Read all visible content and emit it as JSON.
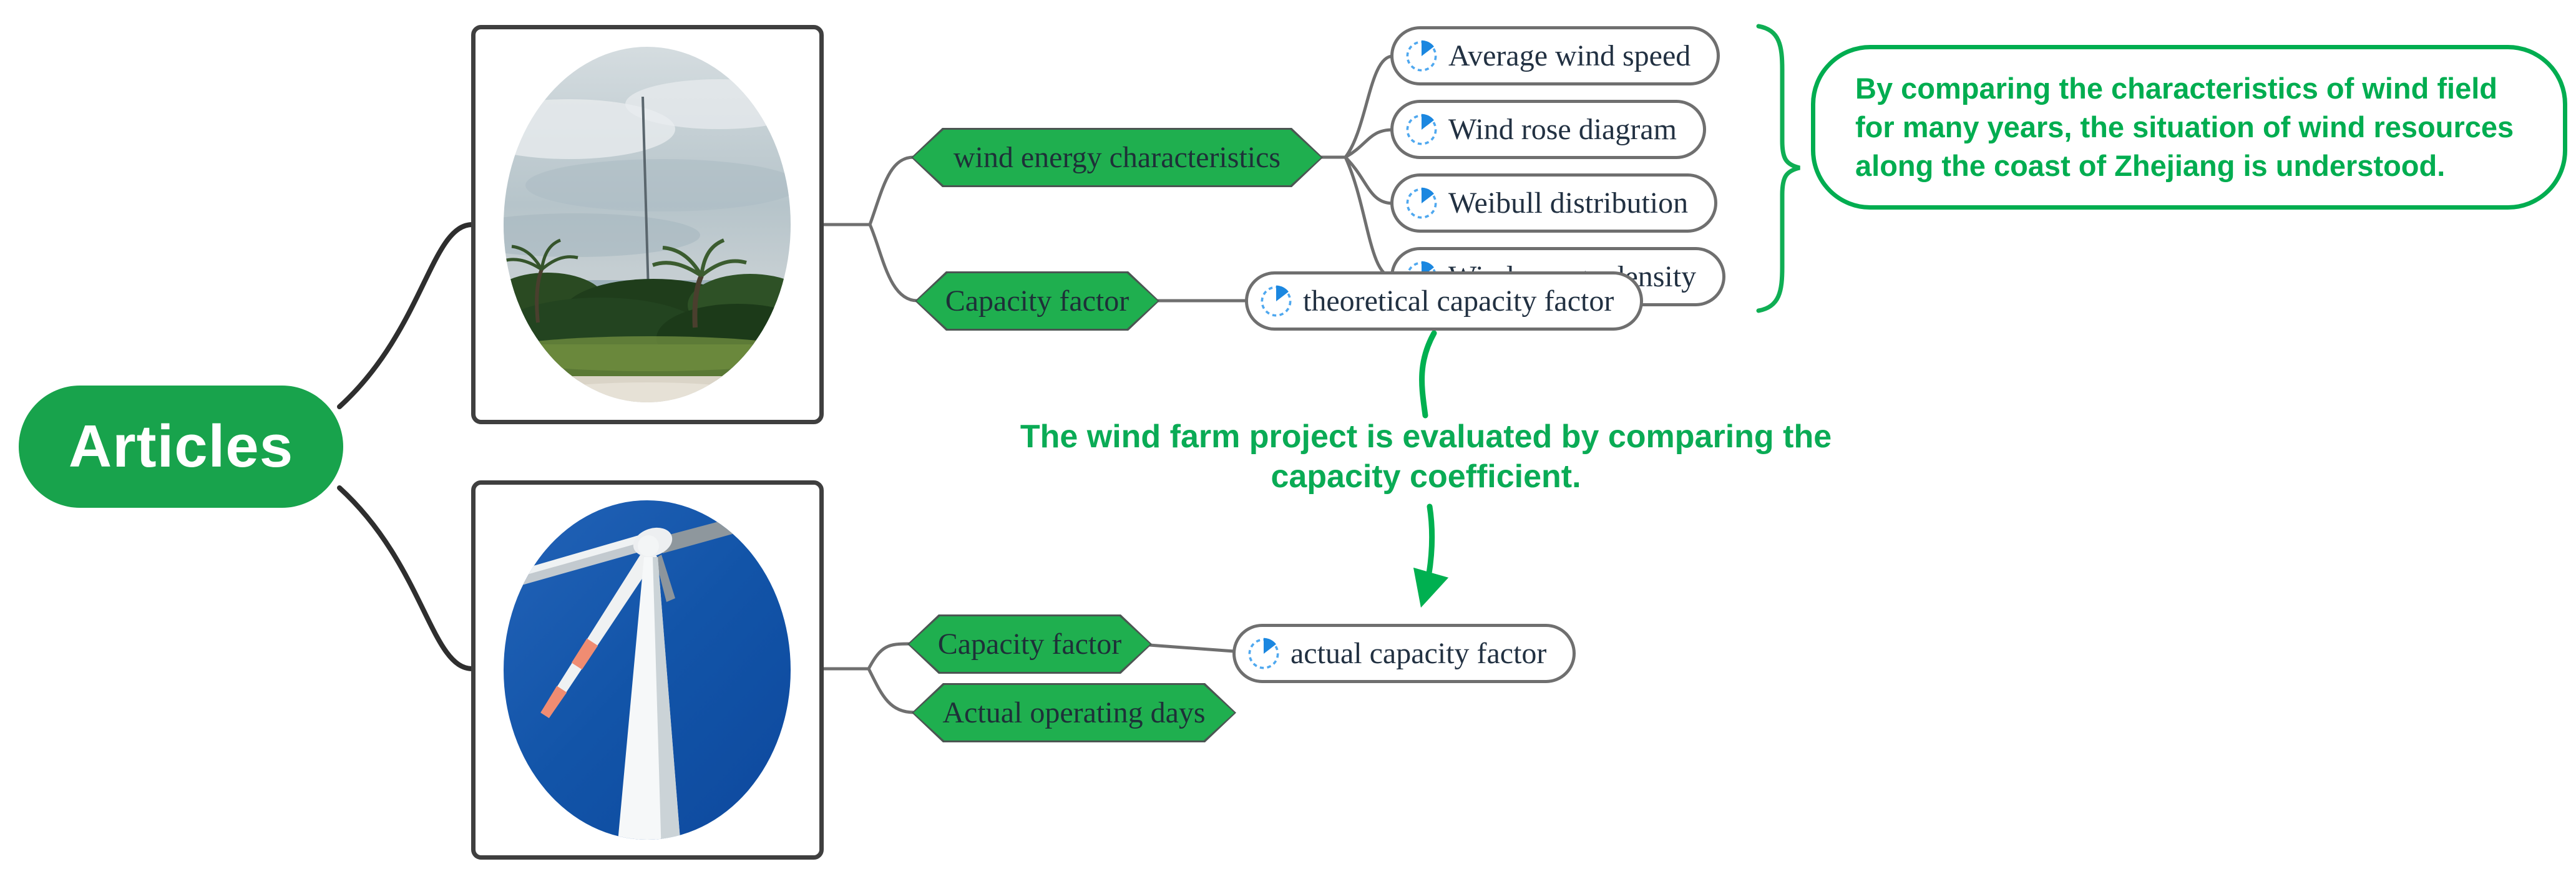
{
  "root": {
    "label": "Articles"
  },
  "branch_top": {
    "image": "anemometer-tower-photo",
    "tag_wind": "wind energy characteristics",
    "tag_capacity": "Capacity factor",
    "subtopics": [
      "Average wind speed",
      "Wind rose diagram",
      "Weibull distribution",
      "Wind energy density"
    ],
    "theoretical": "theoretical capacity factor",
    "callout": "By comparing the characteristics of wind field for many years, the situation of wind resources along the coast of Zhejiang is understood."
  },
  "annotation": {
    "text": "The wind farm project is evaluated by comparing the capacity coefficient."
  },
  "branch_bottom": {
    "image": "wind-turbine-photo",
    "tag_capacity": "Capacity factor",
    "tag_days": "Actual operating days",
    "actual": "actual capacity factor"
  },
  "icons": {
    "subtopic_marker": "pie-progress-icon"
  },
  "colors": {
    "root_green": "#18A34C",
    "tag_green": "#1FAF4F",
    "callout_green": "#00AD50",
    "arrow_green": "#00B050",
    "connector_gray": "#6F6F6F",
    "root_connector": "#2E2E2E",
    "progress_blue": "#1B87E0",
    "node_text": "#223142"
  }
}
